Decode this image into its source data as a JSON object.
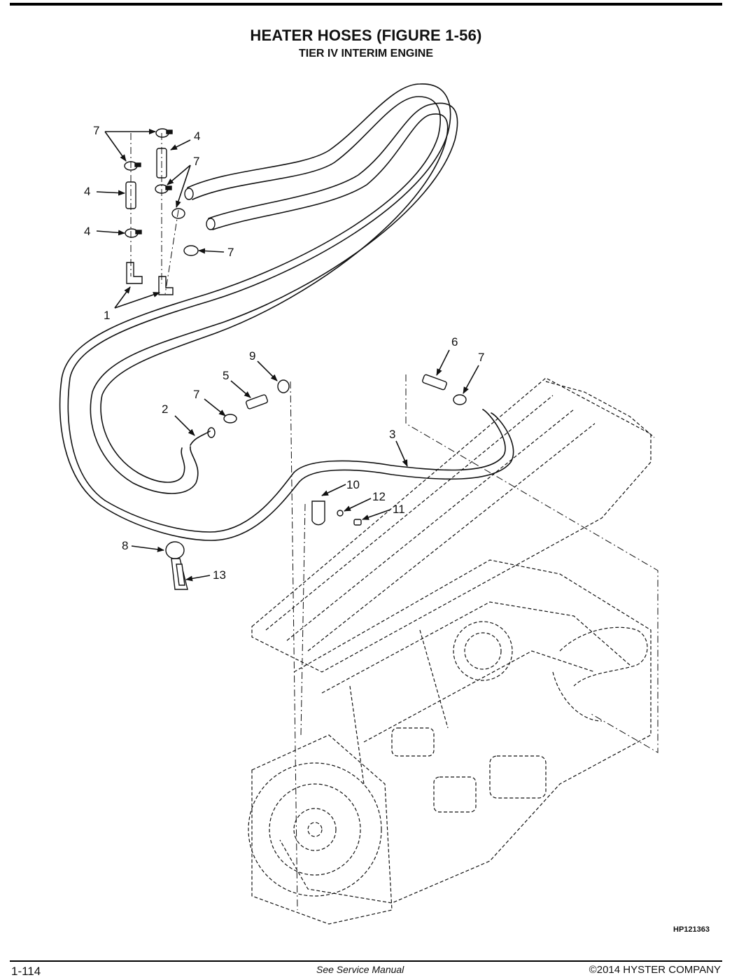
{
  "header": {
    "title": "HEATER HOSES (FIGURE 1-56)",
    "subtitle": "TIER IV INTERIM ENGINE"
  },
  "diagram": {
    "figure_id": "HP121363",
    "callouts": [
      "7",
      "4",
      "7",
      "4",
      "4",
      "7",
      "1",
      "2",
      "7",
      "5",
      "9",
      "6",
      "7",
      "3",
      "10",
      "12",
      "11",
      "8",
      "13"
    ]
  },
  "footer": {
    "page_number": "1-114",
    "center_text": "See Service Manual",
    "copyright": "©2014 HYSTER COMPANY"
  }
}
